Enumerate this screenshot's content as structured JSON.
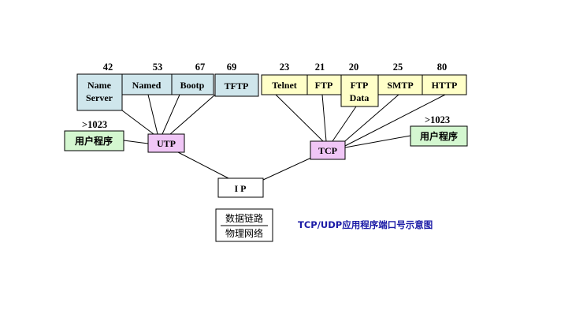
{
  "colors": {
    "udp_app_fill": "#cfe6ec",
    "tcp_app_fill": "#ffffc8",
    "user_prog_fill": "#d4f7d0",
    "transport_fill": "#f0c6f6",
    "ip_fill": "#ffffff",
    "title_color": "#1a1aa6"
  },
  "ports": {
    "name_server": "42",
    "named": "53",
    "bootp": "67",
    "tftp": "69",
    "telnet": "23",
    "ftp": "21",
    "ftp_data": "20",
    "smtp": "25",
    "http": "80",
    "udp_user": ">1023",
    "tcp_user": ">1023"
  },
  "udp_apps": {
    "name_server_line1": "Name",
    "name_server_line2": "Server",
    "named": "Named",
    "bootp": "Bootp",
    "tftp": "TFTP"
  },
  "tcp_apps": {
    "telnet": "Telnet",
    "ftp": "FTP",
    "ftp_data_line1": "FTP",
    "ftp_data_line2": "Data",
    "smtp": "SMTP",
    "http": "HTTP"
  },
  "user_program_left": "用户程序",
  "user_program_right": "用户程序",
  "udp_label": "UTP",
  "tcp_label": "TCP",
  "ip_label": "I P",
  "link_layer": "数据链路",
  "physical_layer": "物理网络",
  "title": "TCP/UDP应用程序端口号示意图"
}
